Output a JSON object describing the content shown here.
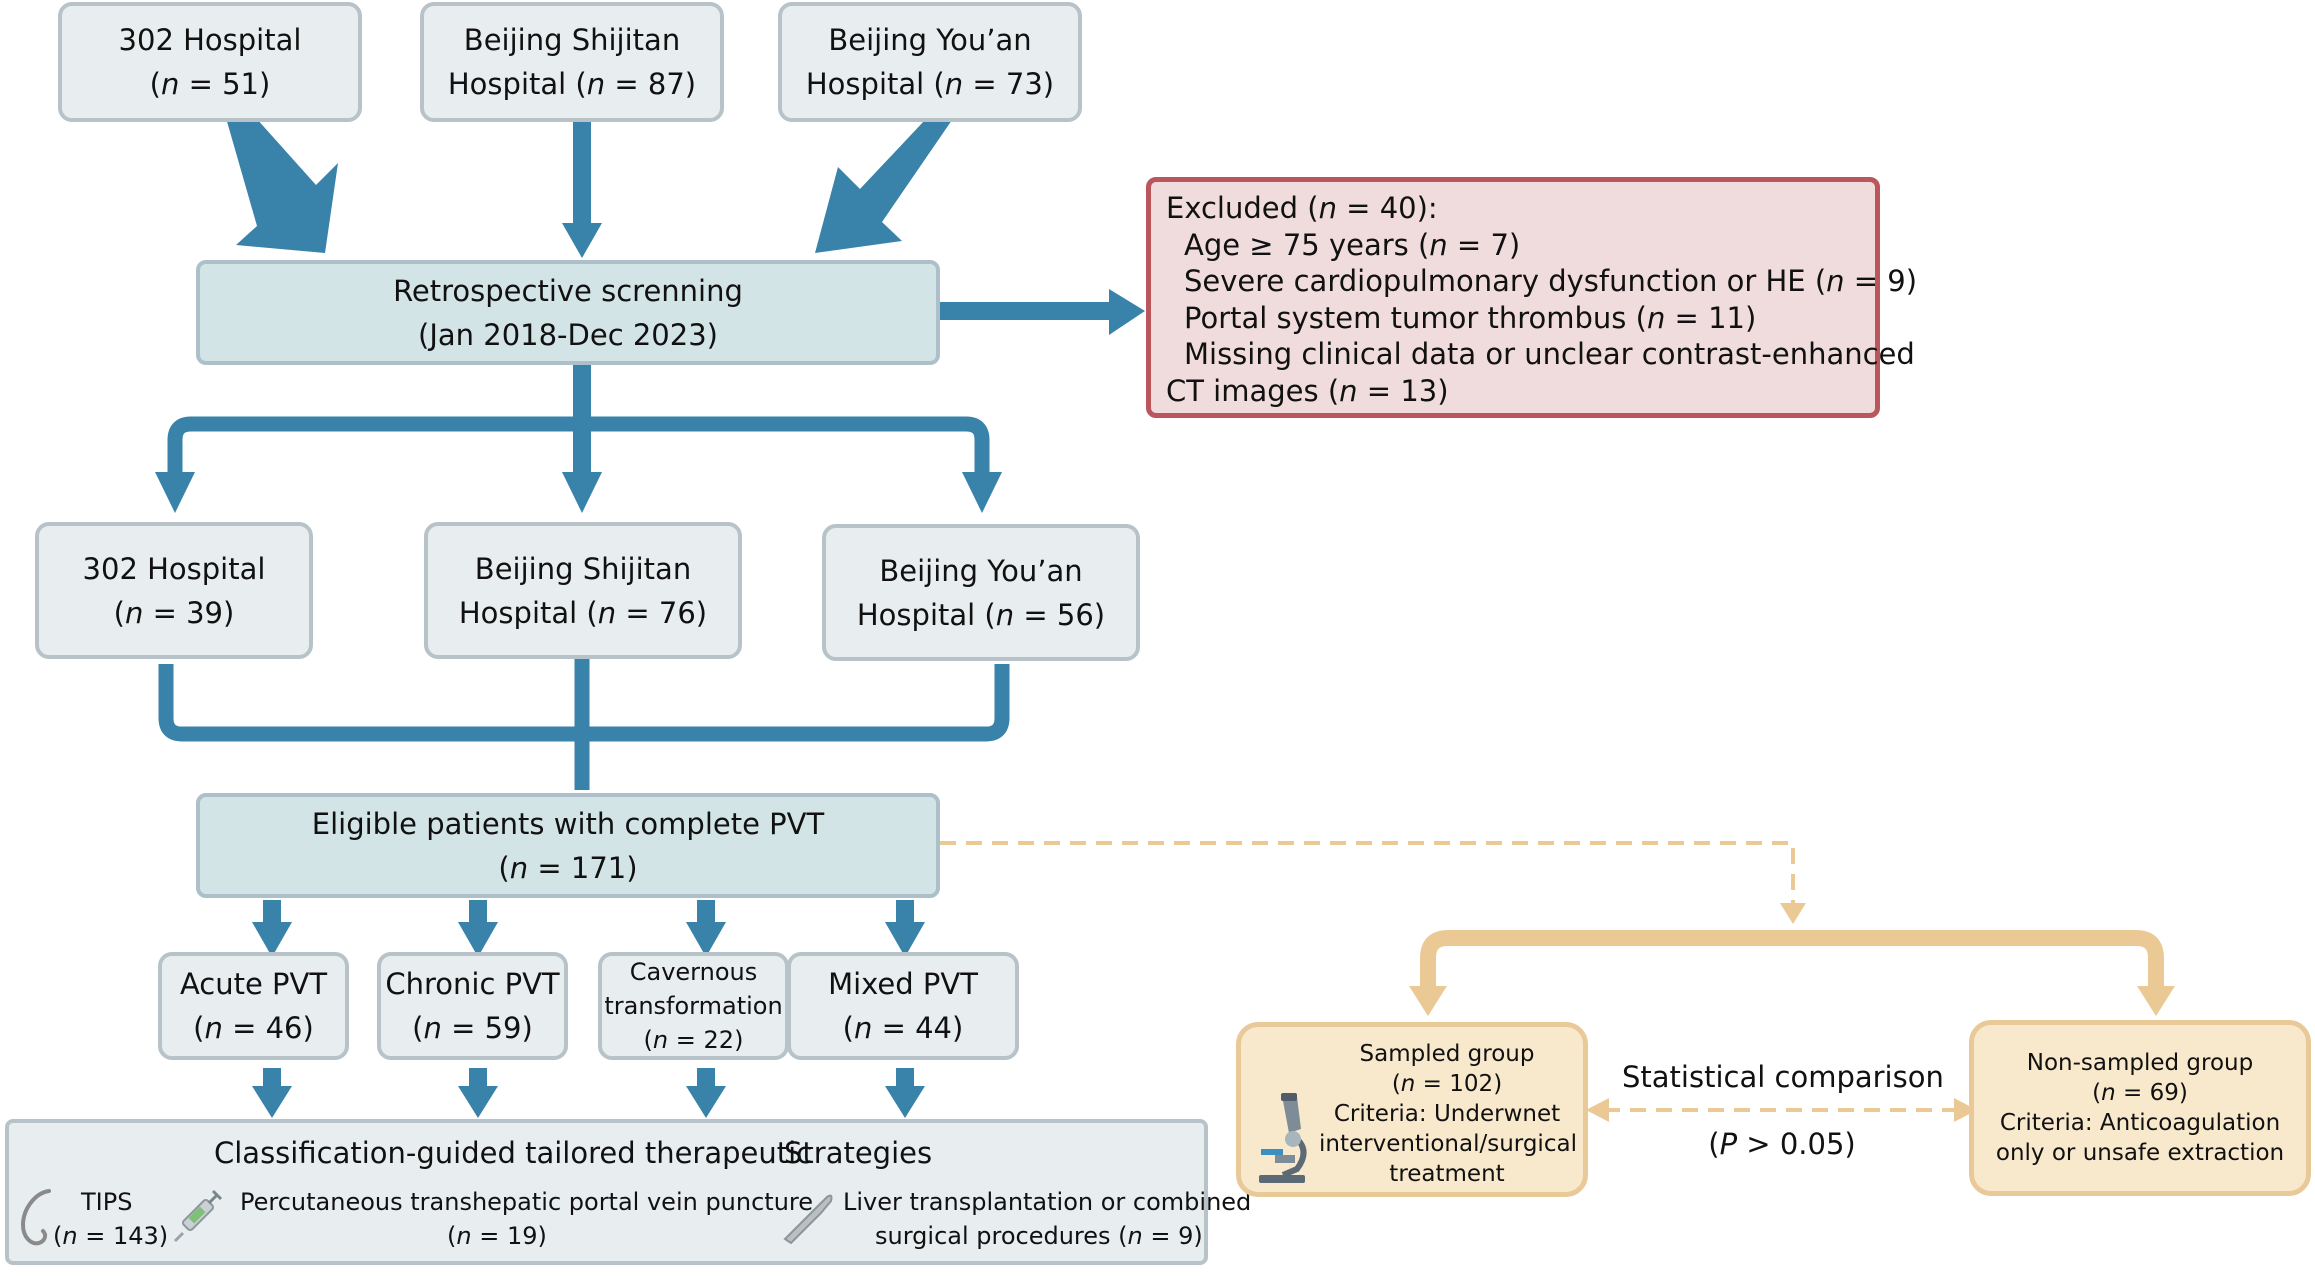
{
  "sources": [
    {
      "name": "302 Hospital",
      "count": "51"
    },
    {
      "name_line1": "Beijing Shijitan",
      "name_line2": "Hospital",
      "count": "87"
    },
    {
      "name_line1": "Beijing You’an",
      "name_line2": "Hospital",
      "count": "73"
    }
  ],
  "screening": {
    "line1": "Retrospective screnning",
    "line2": "(Jan 2018-Dec 2023)"
  },
  "excluded": {
    "header": "Excluded",
    "count": "40",
    "items": [
      {
        "label": "Age ≥ 75 years",
        "count": "7"
      },
      {
        "label": "Severe cardiopulmonary dysfunction or HE",
        "count": "9"
      },
      {
        "label": "Portal system tumor thrombus",
        "count": "11"
      }
    ],
    "last_line1": "Missing clinical data or unclear contrast-enhanced",
    "last_line2_label": "CT images",
    "last_count": "13"
  },
  "hospitals": [
    {
      "name": "302 Hospital",
      "count": "39"
    },
    {
      "name_line1": "Beijing Shijitan",
      "name_line2": "Hospital",
      "count": "76"
    },
    {
      "name_line1": "Beijing You’an",
      "name_line2": "Hospital",
      "count": "56"
    }
  ],
  "eligible": {
    "line1": "Eligible patients with complete PVT",
    "count": "171"
  },
  "types": [
    {
      "name": "Acute PVT",
      "count": "46"
    },
    {
      "name": "Chronic PVT",
      "count": "59"
    },
    {
      "name_line1": "Cavernous",
      "name_line2": "transformation",
      "count": "22"
    },
    {
      "name": "Mixed PVT",
      "count": "44"
    }
  ],
  "therapy": {
    "title_left": "Classification-guided tailored therapeutic",
    "title_right": "Strategies",
    "tips": {
      "label": "TIPS",
      "count": "143"
    },
    "puncture": {
      "label": "Percutaneous transhepatic portal vein puncture",
      "count": "19"
    },
    "transplant": {
      "line1": "Liver transplantation or combined",
      "line2_label": "surgical procedures",
      "count": "9"
    }
  },
  "sampled": {
    "title": "Sampled group",
    "count": "102",
    "criteria_line1": "Criteria: Underwnet",
    "criteria_line2": "interventional/surgical",
    "criteria_line3": "treatment"
  },
  "nonsampled": {
    "title": "Non-sampled group",
    "count": "69",
    "criteria_line1": "Criteria: Anticoagulation",
    "criteria_line2": "only or unsafe extraction"
  },
  "comparison": {
    "label": "Statistical comparison",
    "p_value": "0.05"
  },
  "symbols": {
    "n": "n",
    "eq": " = ",
    "p": "P",
    "gt": " > "
  },
  "icons": [
    "catheter-icon",
    "syringe-icon",
    "scalpel-icon",
    "microscope-icon"
  ],
  "colors": {
    "arrow_blue": "#3982aa",
    "arrow_tan": "#ebc995",
    "box_blue": "#d3e4e6",
    "box_gray": "#e8edef",
    "box_tan": "#f8e8cc",
    "box_red": "#f0dcdc",
    "border_red": "#b9575c"
  }
}
